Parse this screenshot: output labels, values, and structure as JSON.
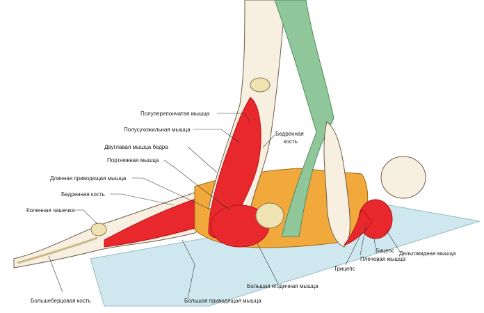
{
  "labels": {
    "semimembranosus": "Полуперепончатая мышца",
    "semitendinosus": "Полусухожильная мышца",
    "biceps_femoris": "Двуглавая мышца бедра",
    "sartorius": "Портняжная мышца",
    "adductor_longus": "Длинная приводящая мышца",
    "femur_left": "Бедренная кость",
    "patella": "Коленная чашечка",
    "tibia": "Большеберцовая кость",
    "adductor_magnus": "Большая приводящая мышца",
    "gluteus_maximus": "Большая ягодичная мышца",
    "femur_right_line1": "Бедренная",
    "femur_right_line2": "кость",
    "triceps": "Трицепс",
    "brachialis": "Плечевая мышца",
    "biceps": "Бицепс",
    "deltoid": "Дельтовидная мышца"
  },
  "colors": {
    "muscle": "#e8282c",
    "muscle_dark": "#b5121b",
    "strap": "#8fc79a",
    "shirt": "#f2a93b",
    "mat": "#cfe7ee",
    "skin": "#f7f0e1",
    "bone": "#efe3b4"
  }
}
